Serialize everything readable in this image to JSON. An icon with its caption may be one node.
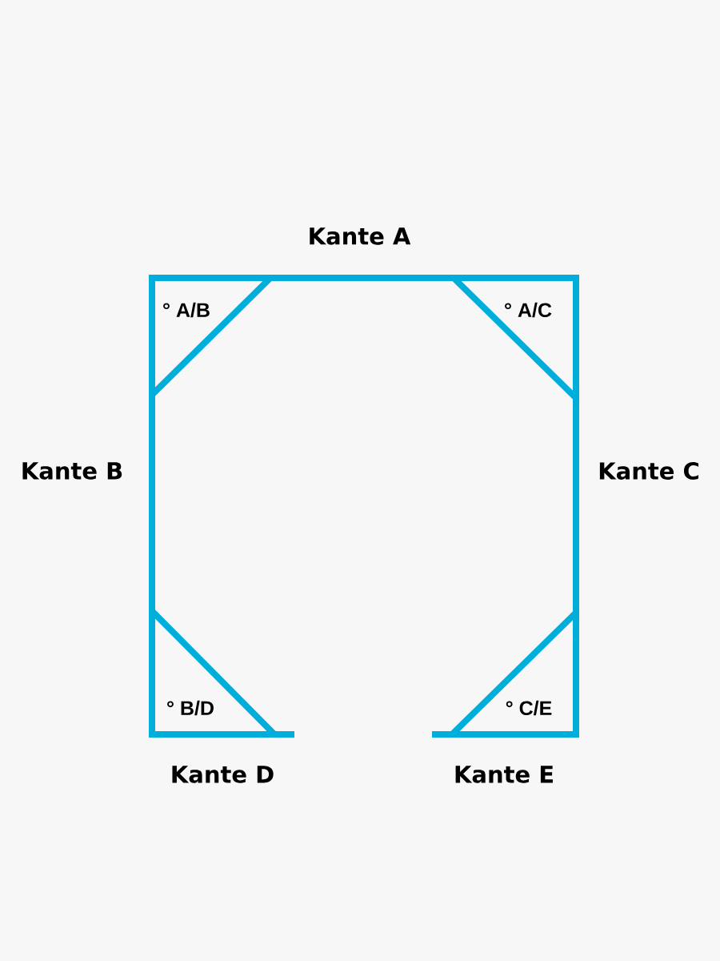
{
  "diagram": {
    "labels": [
      "Kante A",
      "° A/B",
      "° A/C",
      "Kante B",
      "Kante C",
      "° B/D",
      "° C/E",
      "Kante D",
      "Kante E"
    ]
  }
}
